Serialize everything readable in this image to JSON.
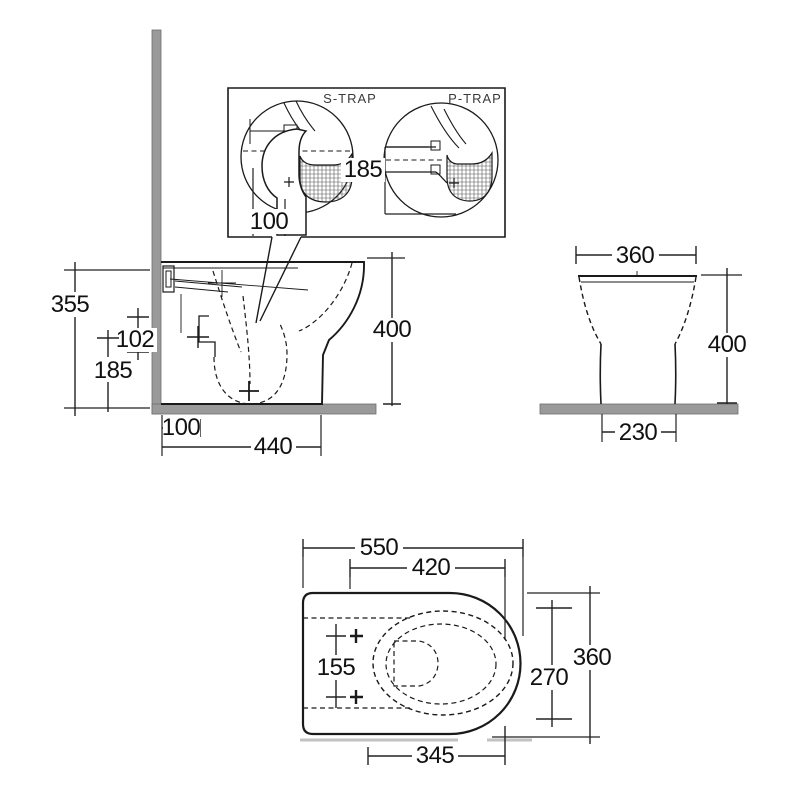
{
  "drawing": {
    "inset": {
      "s_trap_label": "S-TRAP",
      "p_trap_label": "P-TRAP",
      "trap_height": "185",
      "trap_offset": "100"
    },
    "side": {
      "rim_height": "355",
      "inlet_span": "102",
      "outlet_height": "185",
      "outlet_offset": "100",
      "depth": "440",
      "overall_height": "400"
    },
    "front": {
      "top_width": "360",
      "overall_height": "400",
      "base_width": "230"
    },
    "plan": {
      "overall_length": "550",
      "rim_length": "420",
      "fixing_centres": "155",
      "bowl_width": "270",
      "overall_width": "360",
      "front_length": "345"
    },
    "colors": {
      "line": "#1a1a1a",
      "masonry": "#9a9a9a",
      "shadow": "#c2c2c2",
      "text": "#111111"
    }
  }
}
